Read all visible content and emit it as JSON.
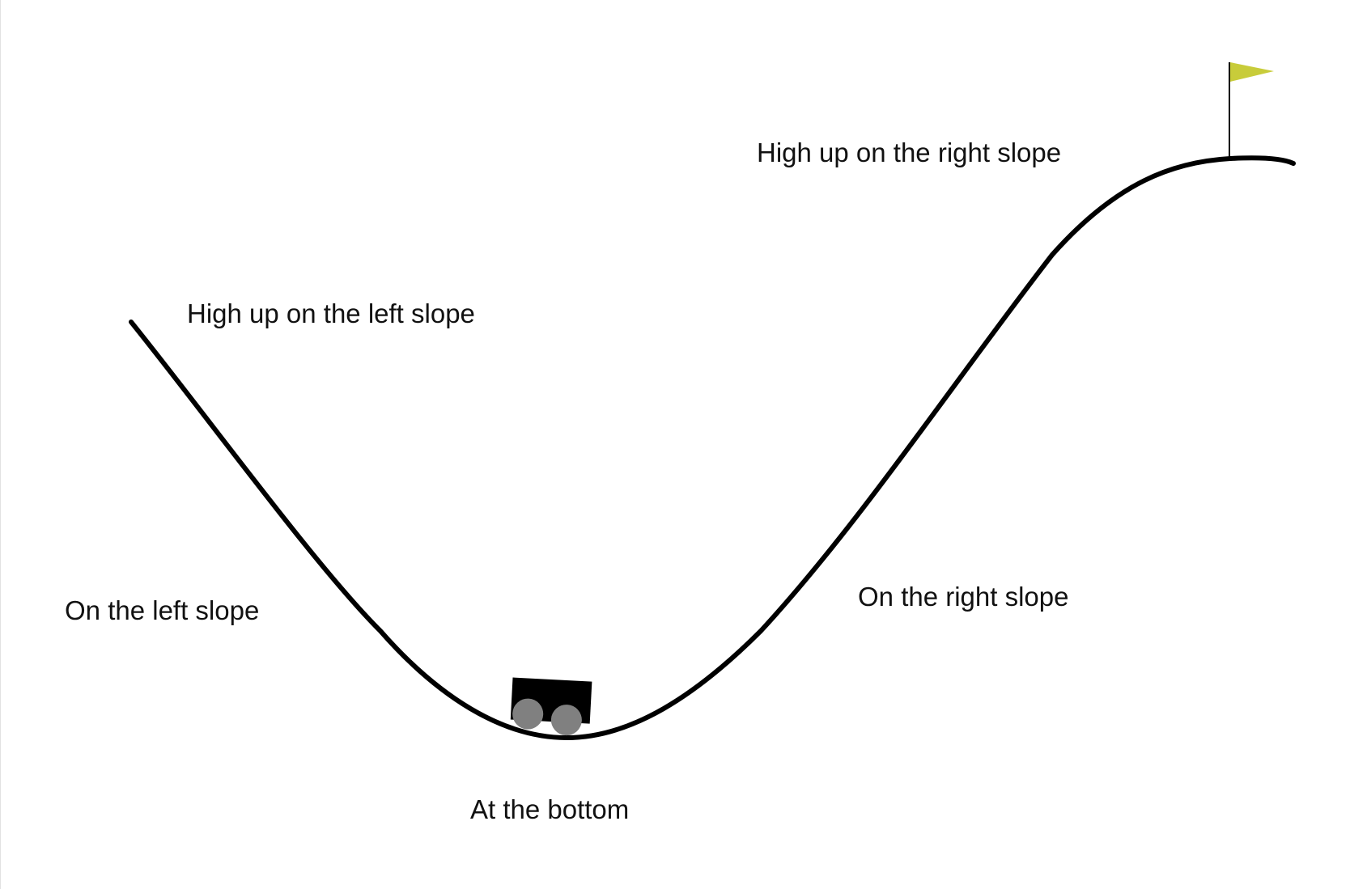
{
  "labels": {
    "high_right": "High up on the right slope",
    "high_left": "High up on the left slope",
    "left_slope": "On the left slope",
    "right_slope": "On the right slope",
    "bottom": "At the bottom"
  },
  "colors": {
    "background": "#ffffff",
    "track": "#000000",
    "cart_body": "#000000",
    "wheels": "#808080",
    "flag": "#c8cc3a",
    "flagpole": "#000000"
  },
  "icons": {
    "cart": "cart-icon",
    "flag": "goal-flag-icon"
  }
}
